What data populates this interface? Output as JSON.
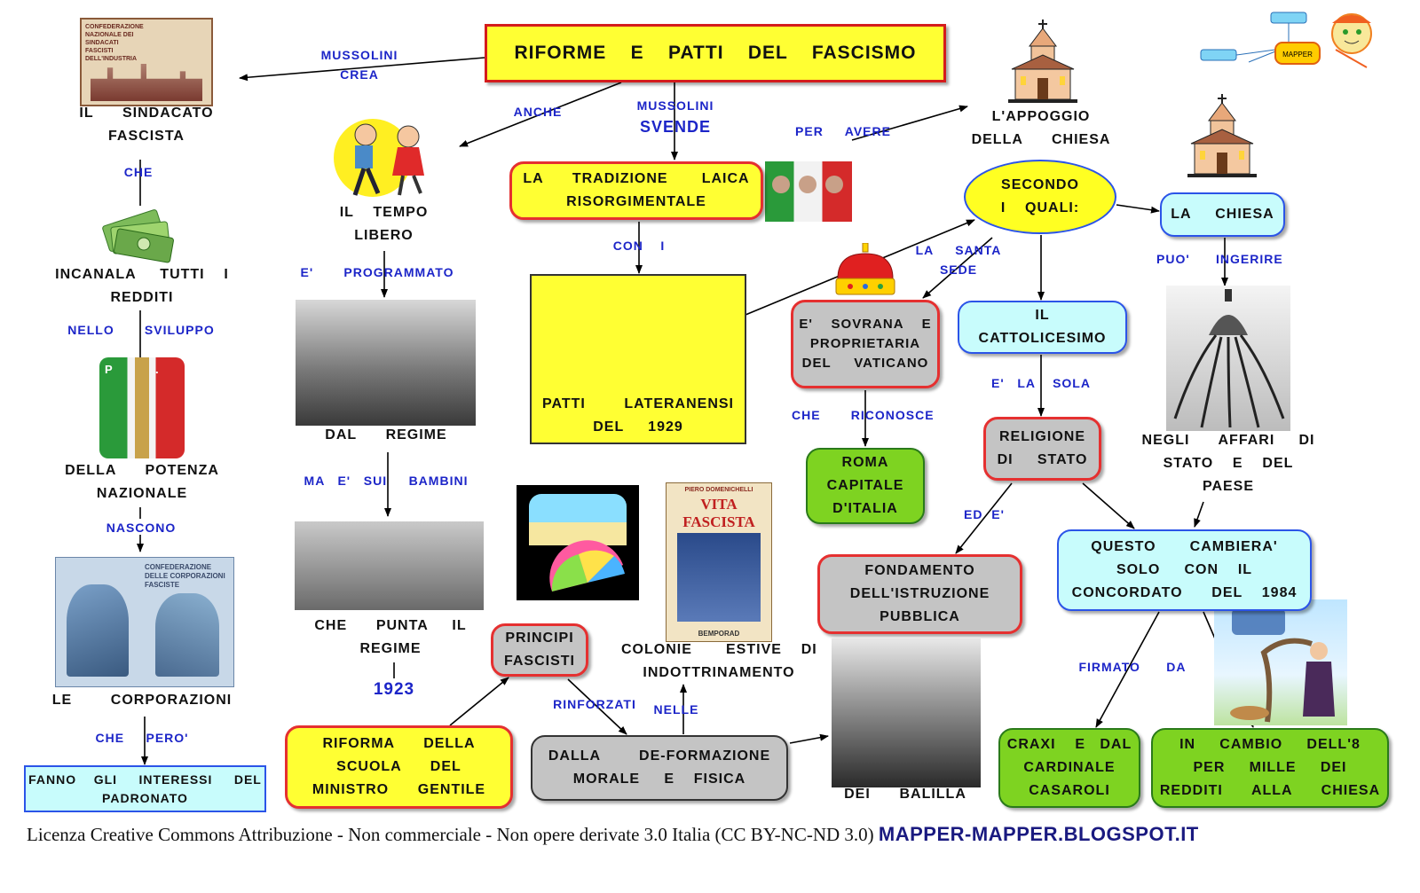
{
  "title": "RIFORME    E    PATTI    DEL    FASCISMO",
  "logo": {
    "label": "MAPPER"
  },
  "nodes": {
    "sindacato": "IL      SINDACATO\nFASCISTA",
    "incanala": "INCANALA     TUTTI    I\nREDDITI",
    "potenza": "DELLA      POTENZA\nNAZIONALE",
    "corporazioni": "LE        CORPORAZIONI",
    "padronato": "FANNO    GLI     INTERESSI     DEL\nPADRONATO",
    "tempo_libero": "IL    TEMPO\nLIBERO",
    "dal_regime": "DAL      REGIME",
    "punta": "CHE      PUNTA     IL\nREGIME",
    "riforma": "RIFORMA      DELLA\nSCUOLA      DEL\nMINISTRO      GENTILE",
    "principi": "PRINCIPI\nFASCISTI",
    "deformazione": "DALLA        DE-FORMAZIONE\nMORALE     E    FISICA",
    "colonie": "COLONIE       ESTIVE    DI\nINDOTTRINAMENTO",
    "balilla": "DEI      BALILLA",
    "tradizione": "LA      TRADIZIONE       LAICA\nRISORGIMENTALE",
    "patti": "PATTI        LATERANENSI\nDEL     1929",
    "appoggio": "L'APPOGGIO\nDELLA      CHIESA",
    "secondo": "SECONDO\nI    QUALI:",
    "sovrana": "E'    SOVRANA    E\nPROPRIETARIA\nDEL     VATICANO",
    "roma": "ROMA\nCAPITALE\nD'ITALIA",
    "cattolicesimo": "IL\nCATTOLICESIMO",
    "religione": "RELIGIONE\nDI     STATO",
    "fondamento": "FONDAMENTO\nDELL'ISTRUZIONE\nPUBBLICA",
    "la_chiesa": "LA     CHIESA",
    "affari": "NEGLI      AFFARI     DI\nSTATO    E    DEL\nPAESE",
    "questo": "QUESTO       CAMBIERA'\nSOLO     CON    IL\nCONCORDATO      DEL    1984",
    "craxi": "CRAXI    E   DAL\nCARDINALE\nCASAROLI",
    "cambio": "IN     CAMBIO     DELL'8\nPER     MILLE     DEI\nREDDITI      ALLA      CHIESA"
  },
  "labels": {
    "mussolini_crea": "MUSSOLINI\nCREA",
    "che_1": "CHE",
    "nello_sviluppo": "NELLO       SVILUPPO",
    "nascono": "NASCONO",
    "che_pero": "CHE     PERO'",
    "anche": "ANCHE",
    "mussolini_svende": "MUSSOLINI",
    "svende": "SVENDE",
    "per_avere": "PER     AVERE",
    "programmato": "E'       PROGRAMMATO",
    "ma_e_sui": "MA   E'   SUI     BAMBINI",
    "anno_1923": "1923",
    "rinforzati": "RINFORZATI",
    "nelle": "NELLE",
    "con_i": "CON    I",
    "la_santa_sede": "LA     SANTA\nSEDE",
    "che_riconosce": "CHE       RICONOSCE",
    "e_la_sola": "E'   LA    SOLA",
    "ed_e": "ED  E'",
    "puo_ingerire": "PUO'      INGERIRE",
    "firmato_da": "FIRMATO      DA"
  },
  "images": {
    "badge_sindacati": "CONFEDERAZIONE NAZIONALE DEI SINDACATI FASCISTI DELL'INDUSTRIA",
    "badge_pnf": "P.N.F.",
    "card_corporazioni": "CONFEDERAZIONE DELLE CORPORAZIONI FASCISTE",
    "book_title": "VITA FASCISTA",
    "book_author": "PIERO DOMENICHELLI",
    "book_publisher": "BEMPORAD"
  },
  "footer": {
    "license": "Licenza Creative Commons Attribuzione - Non commerciale - Non opere derivate 3.0 Italia (CC BY-NC-ND 3.0)",
    "site": "MAPPER-MAPPER.BLOGSPOT.IT"
  },
  "colors": {
    "label_blue": "#1c25c8",
    "yellow": "#ffff33",
    "red_border": "#e53030",
    "cyan": "#c8fcfc",
    "green": "#7ed321",
    "grey": "#c4c4c4"
  }
}
